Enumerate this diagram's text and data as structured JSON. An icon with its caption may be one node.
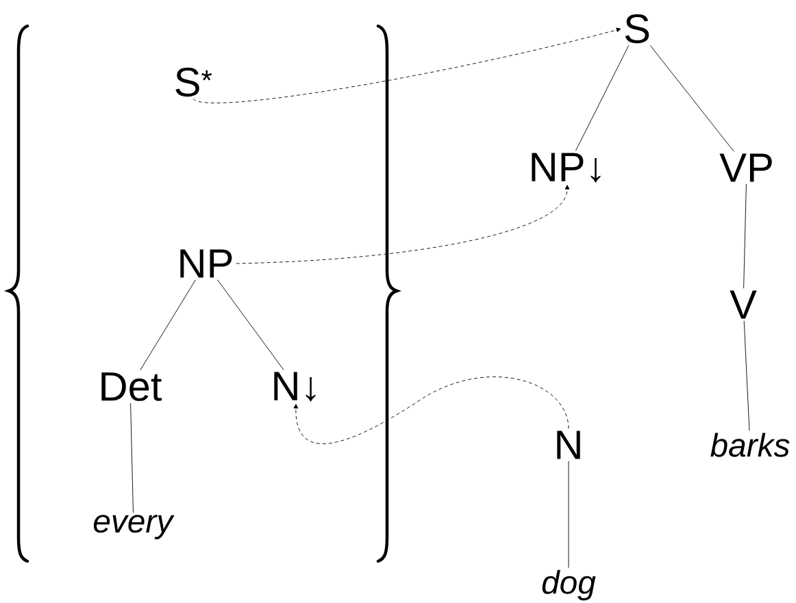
{
  "diagram": {
    "nodes": [
      {
        "text": [
          "S$^{*}$"
        ]
      },
      {
        "text": [
          "S"
        ]
      },
      {
        "text": [
          "NP↓"
        ]
      },
      {
        "text": [
          "VP"
        ]
      },
      {
        "text": [
          "NP"
        ]
      },
      {
        "text": [
          "Det"
        ]
      },
      {
        "text": [
          "N↓"
        ]
      },
      {
        "text": [
          "V"
        ]
      },
      {
        "text": [
          "*barks*"
        ]
      },
      {
        "text": [
          "N"
        ]
      },
      {
        "text": [
          "*every*"
        ]
      },
      {
        "text": [
          "*dog*"
        ]
      }
    ],
    "edges": [
      {
        "from": 0,
        "to": 1,
        "arrow": "to",
        "style": "dashed"
      },
      {
        "from": 1,
        "to": 2,
        "arrow": "none"
      },
      {
        "from": 1,
        "to": 3,
        "arrow": "none"
      },
      {
        "from": 4,
        "to": 2,
        "arrow": "to",
        "style": "dashed"
      },
      {
        "from": 3,
        "to": 7,
        "arrow": "none"
      },
      {
        "from": 4,
        "to": 5,
        "arrow": "none"
      },
      {
        "from": 4,
        "to": 6,
        "arrow": "none"
      },
      {
        "from": 9,
        "to": 6,
        "arrow": "to",
        "style": "dashed"
      },
      {
        "from": 7,
        "to": 8,
        "arrow": "none"
      },
      {
        "from": 5,
        "to": 10,
        "arrow": "none"
      },
      {
        "from": 9,
        "to": 11,
        "arrow": "none"
      }
    ]
  }
}
